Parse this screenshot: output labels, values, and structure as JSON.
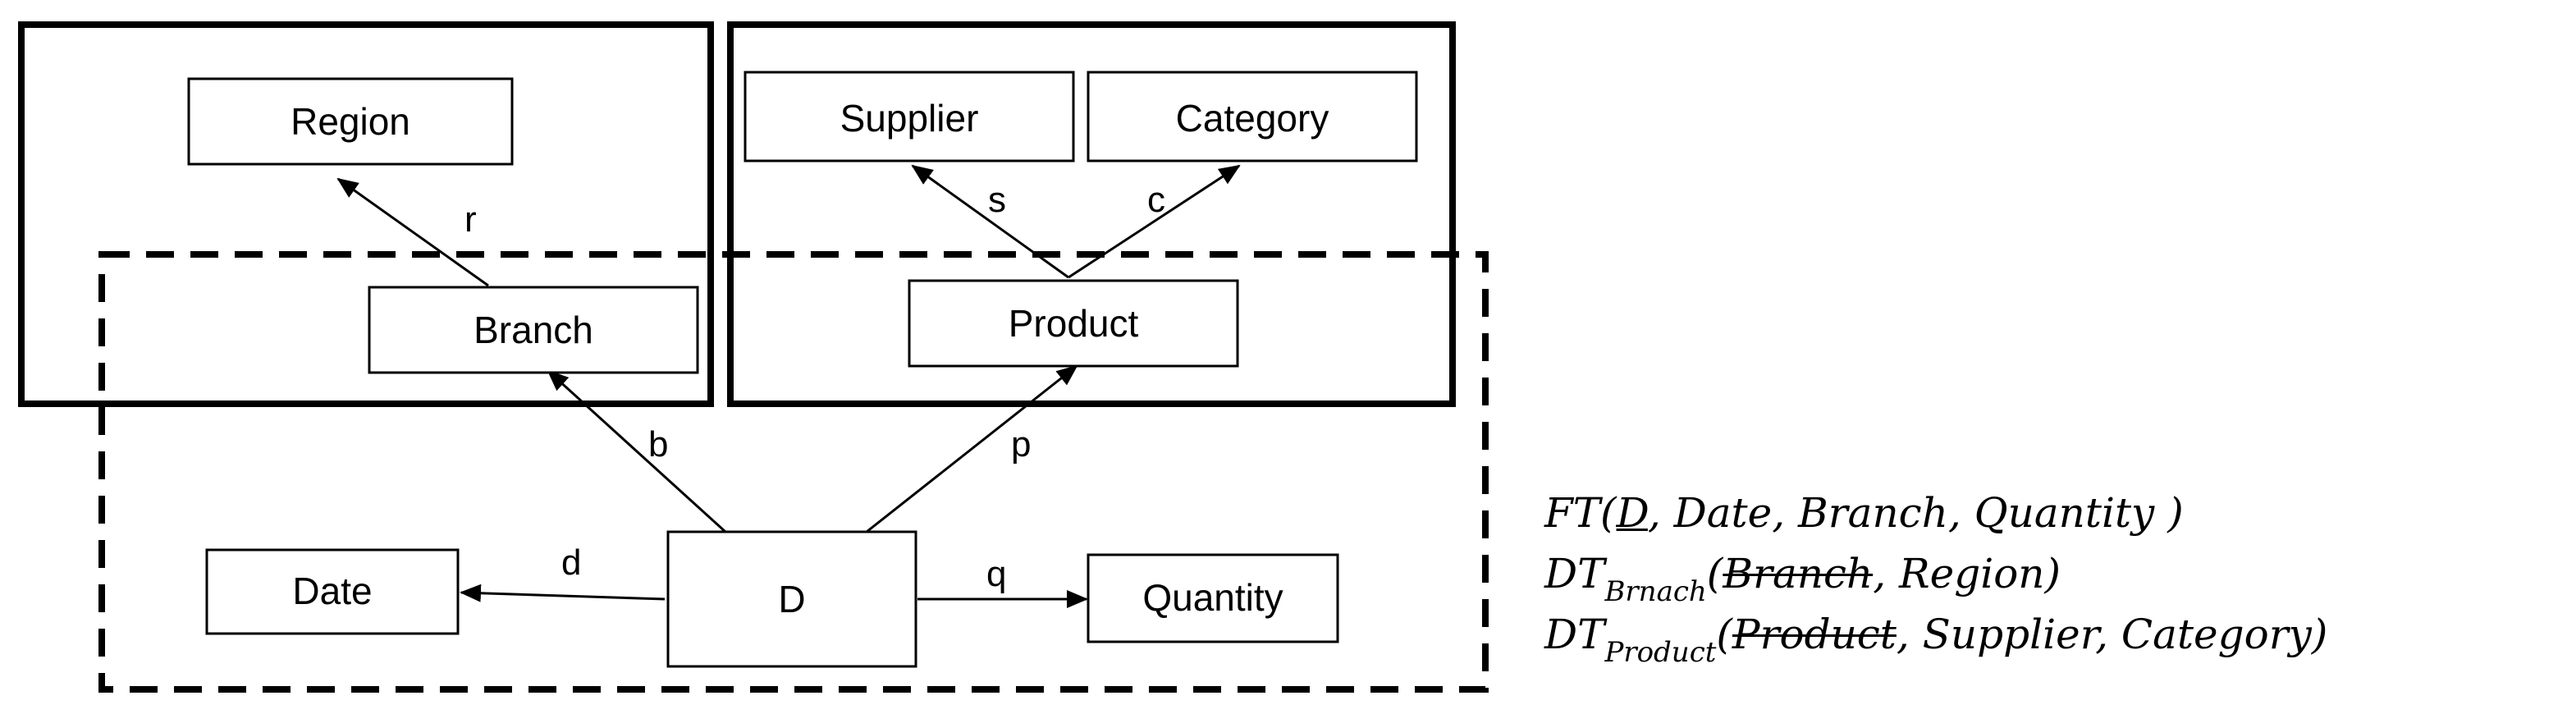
{
  "nodes": {
    "region": "Region",
    "branch": "Branch",
    "supplier": "Supplier",
    "category": "Category",
    "product": "Product",
    "date": "Date",
    "d": "D",
    "quantity": "Quantity"
  },
  "edges": {
    "r": "r",
    "s": "s",
    "c": "c",
    "b": "b",
    "p": "p",
    "d": "d",
    "q": "q"
  },
  "formulas": {
    "ft": {
      "name": "FT",
      "open": "(",
      "key": "D",
      "rest": ", Date, Branch, Quantity )"
    },
    "dt_branch": {
      "name": "DT",
      "subscript": "Brnach",
      "open": "(",
      "key": "Branch",
      "rest": ", Region)"
    },
    "dt_product": {
      "name": "DT",
      "subscript": "Product",
      "open": "(",
      "key": "Product",
      "rest": ", Supplier, Category)"
    }
  }
}
